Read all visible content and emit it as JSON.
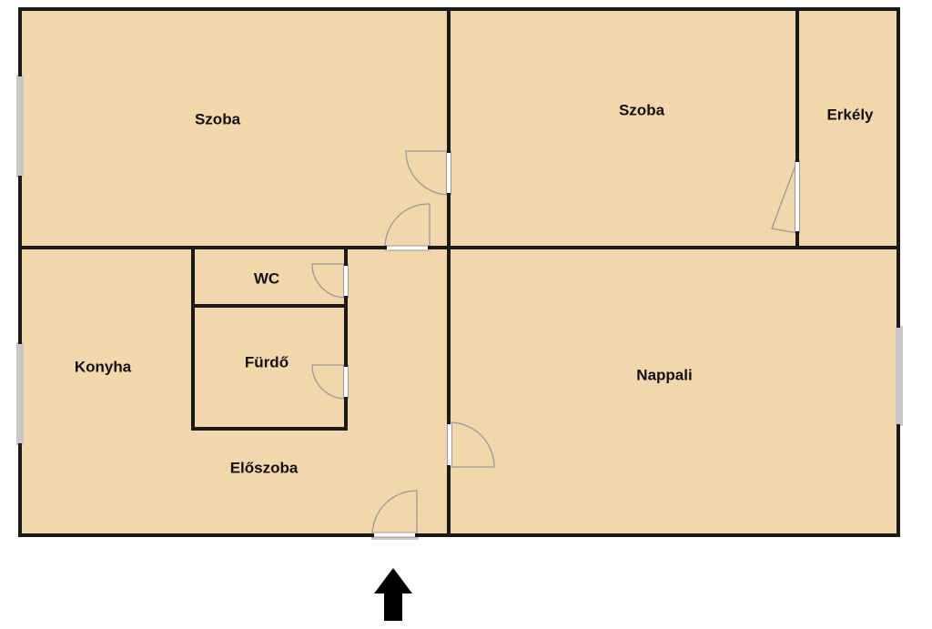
{
  "rooms": {
    "bedroom_1": "Szoba",
    "bedroom_2": "Szoba",
    "balcony": "Erkély",
    "wc": "WC",
    "bathroom": "Fürdő",
    "kitchen": "Konyha",
    "living_room": "Nappali",
    "hallway": "Előszoba"
  },
  "colors": {
    "floor": "#F2D6AC",
    "wall": "#1A1A1A",
    "window": "#C8C8C8",
    "door_swing": "#9A9A9A",
    "door_leaf": "#FFFFFF",
    "background": "#FFFFFF"
  },
  "entrance": {
    "icon": "arrow-up-icon"
  }
}
